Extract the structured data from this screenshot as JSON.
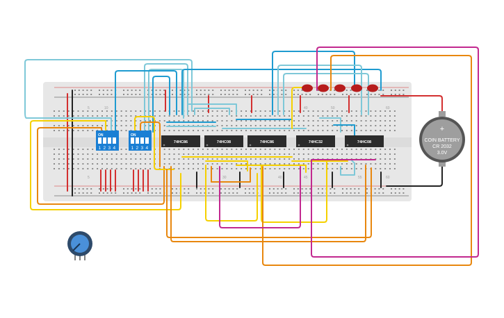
{
  "chips": [
    "74HC86",
    "74HC08",
    "74HC86",
    "74HC32",
    "74HC08"
  ],
  "dip_switches": [
    {
      "on_label": "ON",
      "numbers": [
        "1",
        "2",
        "3",
        "4"
      ]
    },
    {
      "on_label": "ON",
      "numbers": [
        "1",
        "2",
        "3",
        "4"
      ]
    }
  ],
  "battery": {
    "line1": "+",
    "line2": "COIN BATTERY",
    "line3": "CR 2032",
    "line4": "3.0V"
  },
  "breadboard": {
    "top_numbers": [
      "5",
      "10",
      "40",
      "50",
      "60"
    ],
    "bottom_numbers": [
      "5",
      "30",
      "40",
      "45",
      "55",
      "60"
    ]
  },
  "leds": {
    "count": 5,
    "color": "#b71c1c"
  },
  "colors": {
    "wire_cyan": "#7ec8d8",
    "wire_blue": "#1e9bd0",
    "wire_yellow": "#f5d000",
    "wire_orange": "#e8870e",
    "wire_magenta": "#c2288f",
    "wire_red": "#d32f2f",
    "dip_blue": "#1a7fd4",
    "chip": "#2b2b2b",
    "breadboard": "#e7e7e7"
  }
}
